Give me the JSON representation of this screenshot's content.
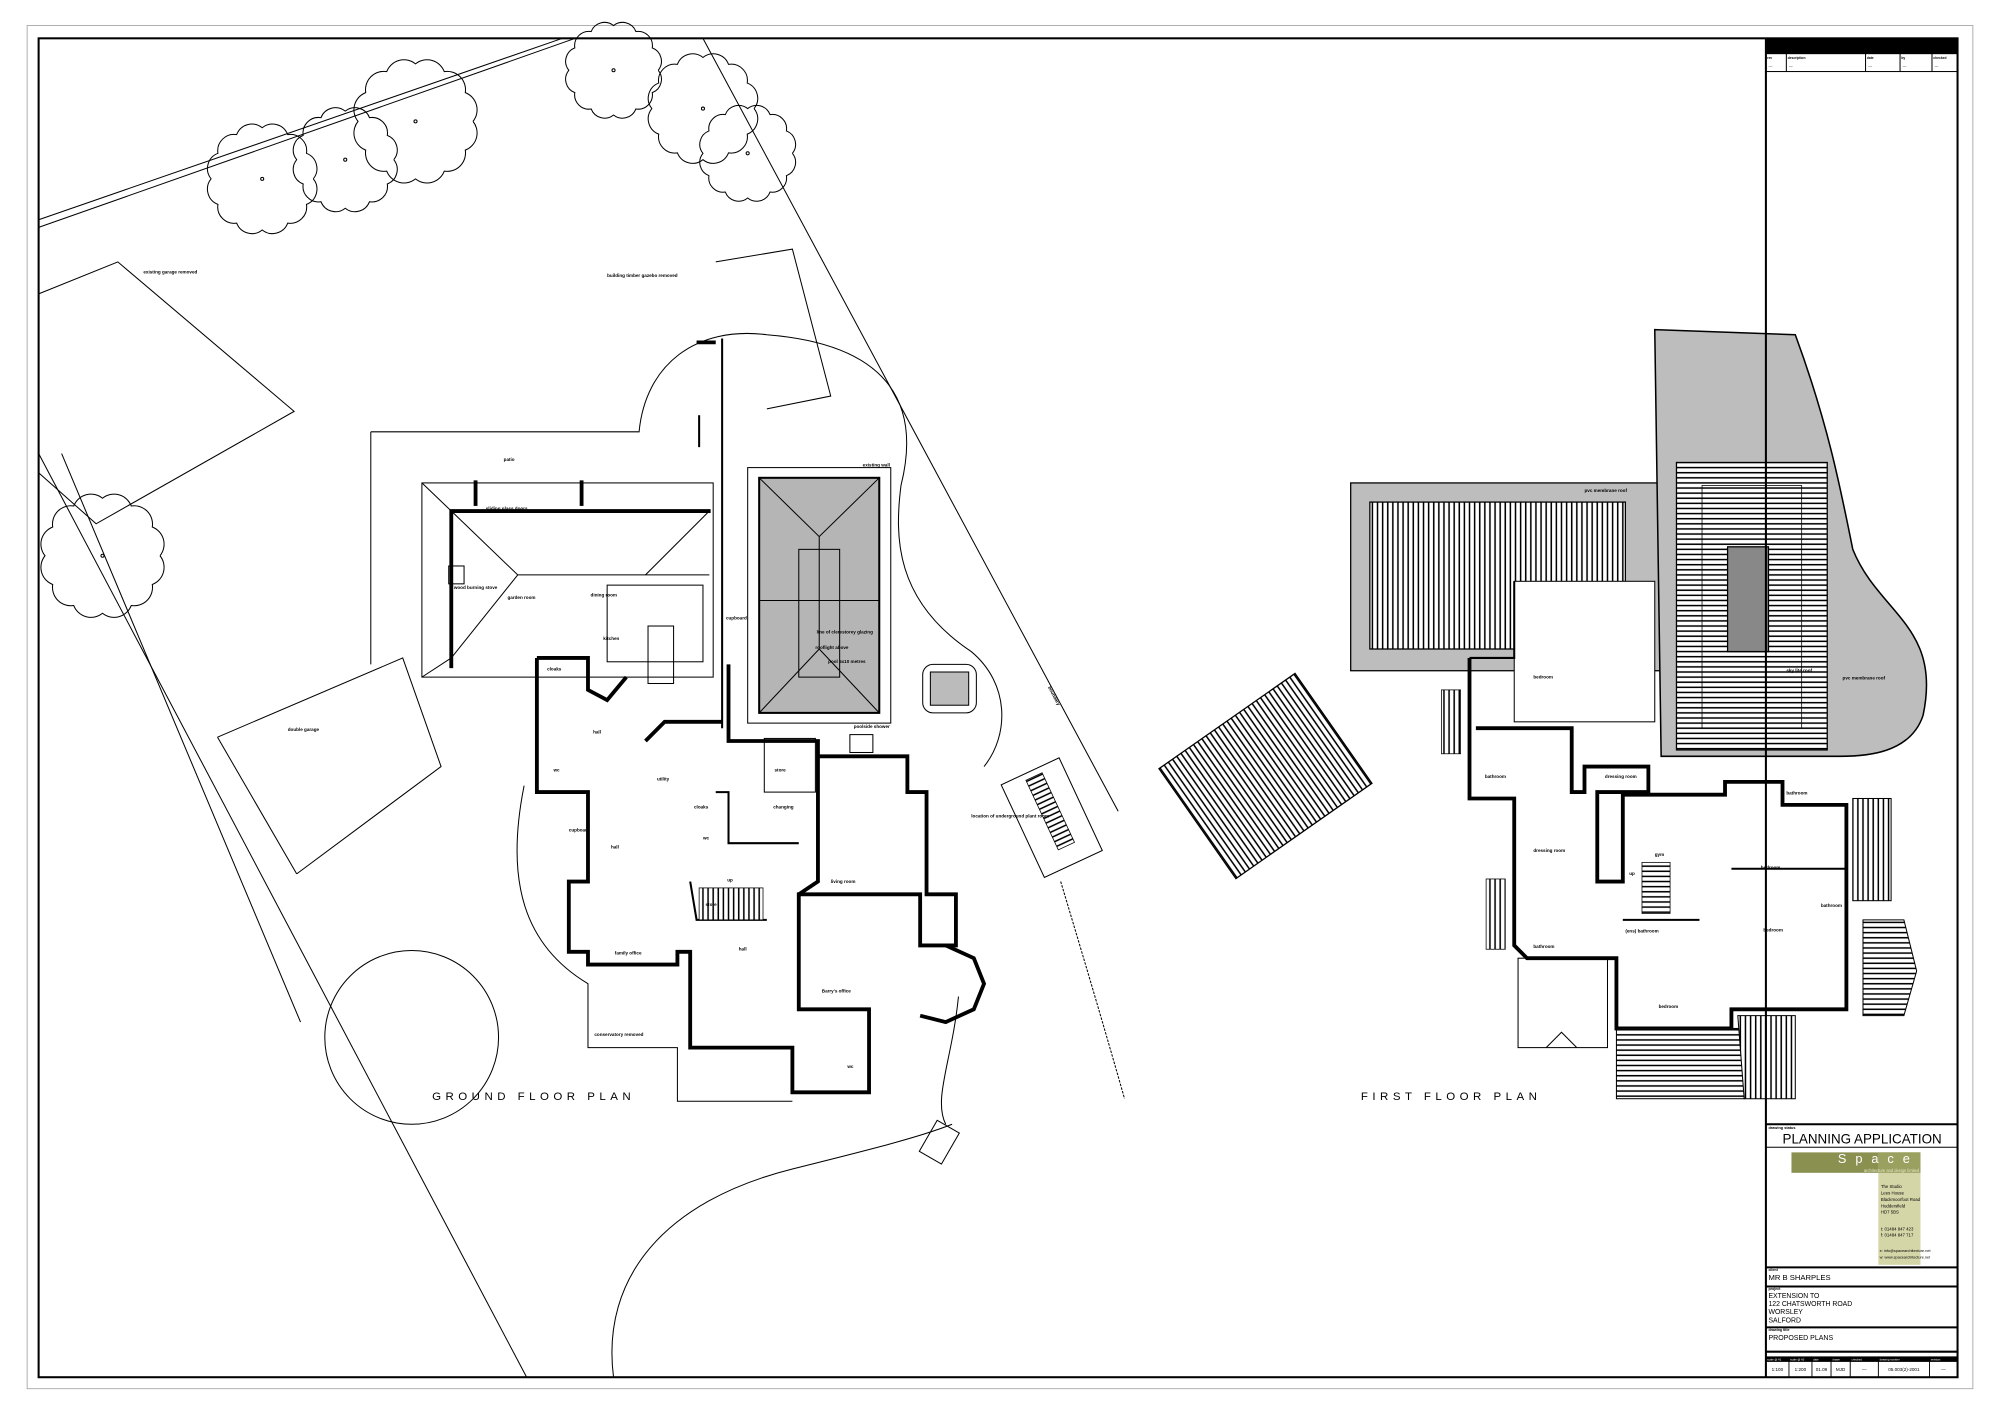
{
  "drawing": {
    "ground_floor_title": "GROUND FLOOR PLAN",
    "first_floor_title": "FIRST FLOOR PLAN",
    "ground_labels": {
      "garage_removed": "existing garage removed",
      "gazebo_removed": "building timber gazebo removed",
      "double_garage": "double garage",
      "patio": "patio",
      "sliding_doors": "sliding glass doors",
      "stove": "wood burning stove",
      "garden_room": "garden room",
      "dining_room": "dining room",
      "cupboard": "cupboard",
      "cupboard2": "cupboard",
      "kitchen": "kitchen",
      "cloaks": "cloaks",
      "hall1": "hall",
      "wc1": "wc",
      "utility": "utility",
      "cloaks2": "cloaks",
      "changing": "changing",
      "store1": "store",
      "wc2": "wc",
      "hall2": "hall",
      "living_room": "living room",
      "store2": "store",
      "up": "up",
      "family_office": "family office",
      "hall3": "hall",
      "barrys_office": "Barry's office",
      "conservatory_removed": "conservatory removed",
      "wc3": "wc",
      "pool": "pool 5x10 metres",
      "glazing": "line of clerestorey glazing",
      "rooflight": "rooflight above",
      "existing_wall": "existing wall",
      "poolside_shower": "poolside shower",
      "boundary": "boundary",
      "plant_room": "location of underground plant room"
    },
    "first_labels": {
      "pvc_roof1": "pvc membrane roof",
      "pvc_roof2": "pvc membrane roof",
      "sky_roof": "sky lite roof",
      "bedroom1": "bedroom",
      "bathroom1": "bathroom",
      "dressing1": "dressing room",
      "dressing2": "dressing room",
      "gym": "gym",
      "bathroom2": "bathroom",
      "bedroom2": "bedroom",
      "bathroom3": "bathroom",
      "bedroom3": "bedroom",
      "ens_bathroom": "(ens) bathroom",
      "bathroom4": "bathroom",
      "bedroom4": "bedroom",
      "up": "up"
    }
  },
  "title_block": {
    "drawing_status_label": "drawing status",
    "status": "PLANNING APPLICATION",
    "company": {
      "name": "Space",
      "tagline": "architecture and design limited",
      "address": [
        "The Studio",
        "Lees House",
        "Blackmoorfoot Road",
        "Huddersfield",
        "HD7 5BS"
      ],
      "phone": "t: 01484 847 423",
      "fax": "f: 01484 847 717",
      "email": "e: info@spacearchitecture.net",
      "web": "w: www.spacearchitecture.net",
      "brand_color": "#8a9150",
      "panel_color": "#d4d6a8"
    },
    "client_label": "client",
    "client": "MR B SHARPLES",
    "project_label": "project",
    "project": [
      "EXTENSION TO",
      "122 CHATSWORTH ROAD",
      "WORSLEY",
      "SALFORD"
    ],
    "title_label": "drawing title",
    "title": "PROPOSED PLANS",
    "info": [
      {
        "label": "scale @ A1",
        "value": "1:100"
      },
      {
        "label": "scale @ A3",
        "value": "1:200"
      },
      {
        "label": "date",
        "value": "01.09"
      },
      {
        "label": "drawn",
        "value": "MJD"
      },
      {
        "label": "checked",
        "value": "—"
      },
      {
        "label": "drawing number",
        "value": "05.003(2)-2001"
      },
      {
        "label": "revision",
        "value": "—"
      }
    ],
    "revision_headers": [
      "rev",
      "description",
      "date",
      "by",
      "checked"
    ],
    "revision_row": [
      "—",
      "—",
      "—",
      "—",
      "—"
    ]
  },
  "colors": {
    "roof_gray": "#bdbdbd",
    "pool_gray": "#b5b5b5",
    "line": "#000000"
  }
}
